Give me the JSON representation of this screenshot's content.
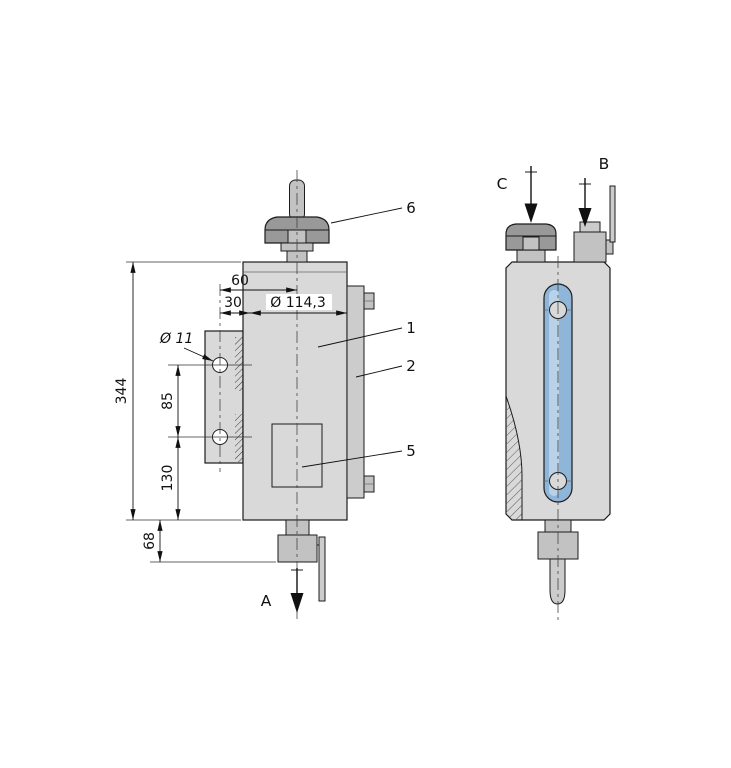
{
  "drawing": {
    "kind": "technical-dimension-drawing",
    "dimensions": {
      "d60": "60",
      "d30": "30",
      "flange_diameter": "Ø 114,3",
      "hole_diameter": "Ø 11",
      "overall_height": "344",
      "hole_pitch": "85",
      "lower_section": "130",
      "outlet_offset": "68"
    },
    "callouts": {
      "body": "1",
      "flange": "2",
      "window": "5",
      "knob": "6"
    },
    "ports": {
      "outlet": "A",
      "inlet_right": "B",
      "inlet_left": "C"
    },
    "colors": {
      "body_fill": "#d9d9d9",
      "knob_fill": "#999999",
      "fitting_fill": "#c2c2c2",
      "fitting_light": "#cccccc",
      "glass_fill": "#8fb6d8",
      "glass_highlight": "#b9d2e7",
      "hole_fill": "#ffffff",
      "arrow": "#111111"
    }
  }
}
